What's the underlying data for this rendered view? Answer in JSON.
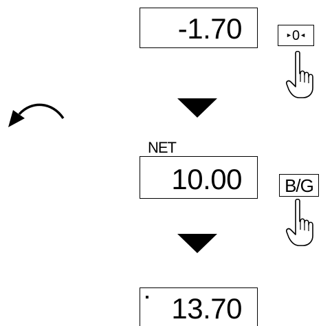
{
  "steps": [
    {
      "display_value": "-1.70"
    },
    {
      "label": "NET",
      "display_value": "10.00"
    },
    {
      "display_value": "13.70"
    }
  ],
  "keys": {
    "zero": {
      "label": "0",
      "icon": "zero-key-arrows"
    },
    "gross_net": {
      "label": "B/G"
    }
  },
  "icons": [
    "curved-arrow-icon",
    "pointing-hand-icon",
    "down-triangle-icon"
  ]
}
